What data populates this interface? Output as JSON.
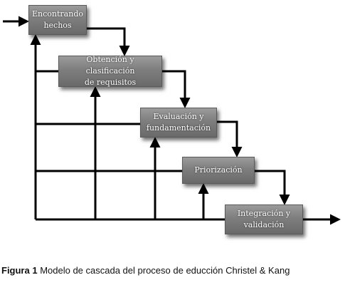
{
  "diagram": {
    "steps": [
      {
        "line1": "Encontrando",
        "line2": "hechos"
      },
      {
        "line1": "Obtención y clasificación",
        "line2": "de requisitos"
      },
      {
        "line1": "Evaluación y",
        "line2": "fundamentación"
      },
      {
        "line1": "Priorización",
        "line2": ""
      },
      {
        "line1": "Integración y",
        "line2": "validación"
      }
    ]
  },
  "caption": {
    "label": "Figura 1",
    "text": "Modelo de cascada del proceso de educción Christel & Kang"
  }
}
